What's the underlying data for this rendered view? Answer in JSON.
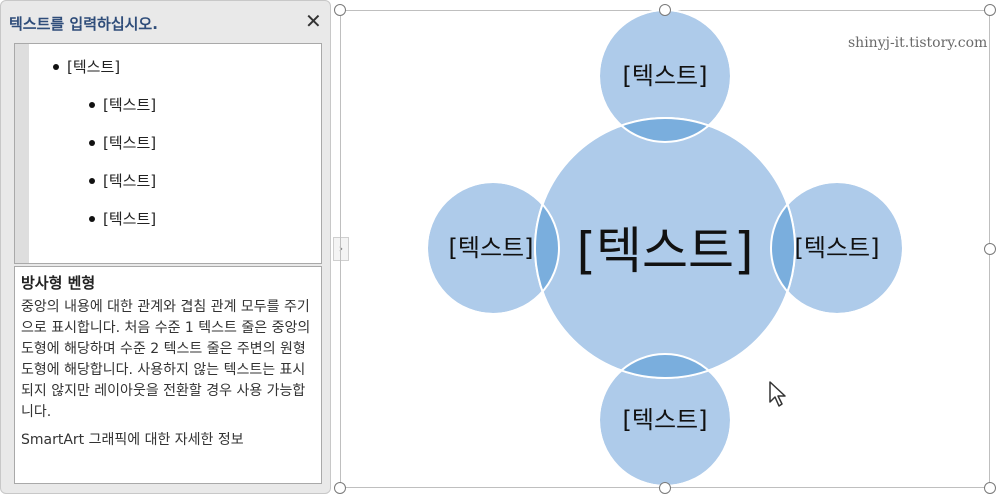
{
  "text_pane": {
    "title": "텍스트를 입력하십시오.",
    "close_icon": "close-icon",
    "bullets": [
      {
        "text": "[텍스트]",
        "level": 1
      },
      {
        "text": "[텍스트]",
        "level": 2
      },
      {
        "text": "[텍스트]",
        "level": 2
      },
      {
        "text": "[텍스트]",
        "level": 2
      },
      {
        "text": "[텍스트]",
        "level": 2
      }
    ],
    "description": {
      "title": "방사형 벤형",
      "body": "중앙의 내용에 대한 관계와 겹침 관계 모두를 주기으로 표시합니다. 처음 수준 1 텍스트 줄은 중앙의 도형에 해당하며 수준 2 텍스트 줄은 주변의 원형 도형에 해당합니다. 사용하지 않는 텍스트는 표시되지 않지만 레이아웃을 전환할 경우 사용 가능합니다.",
      "link": "SmartArt 그래픽에 대한 자세한 정보"
    }
  },
  "expand_tab": "›",
  "watermark": "shinyj-it.tistory.com",
  "diagram": {
    "center_text": "[텍스트]",
    "top_text": "[텍스트]",
    "left_text": "[텍스트]",
    "right_text": "[텍스트]",
    "bottom_text": "[텍스트]",
    "fill_color": "#9dc3e6",
    "overlap_color": "#5b9bd5"
  }
}
